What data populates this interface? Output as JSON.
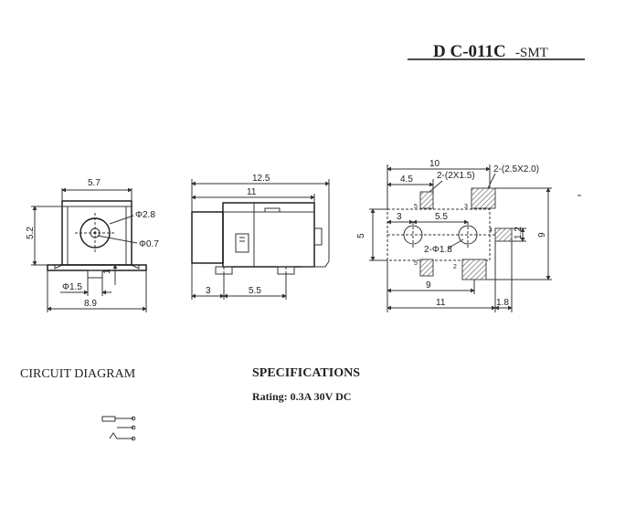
{
  "title": {
    "main": "D C-011C",
    "suffix": "-SMT"
  },
  "front_view": {
    "width_top": "5.7",
    "height": "5.2",
    "hole_outer": "Φ2.8",
    "hole_inner": "Φ0.7",
    "peg": "Φ1.5",
    "foot": "1",
    "width_bottom": "8.9"
  },
  "side_view": {
    "overall": "12.5",
    "body": "11",
    "front_offset": "3",
    "peg_spacing": "5.5"
  },
  "footprint": {
    "width": "10",
    "left_offset": "4.5",
    "small_pads": "2-(2X1.5)",
    "large_pads": "2-(2.5X2.0)",
    "hole_offset": "3",
    "hole_spacing": "5.5",
    "height_left": "5",
    "holes": "2-Φ1.8",
    "pad_gap": "1.2",
    "height_right": "9",
    "bottom_span": "9",
    "overall_length": "11",
    "tail": "1.8",
    "pins": [
      "5",
      "3",
      "5",
      "2",
      "4"
    ]
  },
  "circuit": {
    "heading": "CIRCUIT DIAGRAM"
  },
  "specs": {
    "heading": "SPECIFICATIONS",
    "rating": "Rating: 0.3A 30V DC"
  }
}
